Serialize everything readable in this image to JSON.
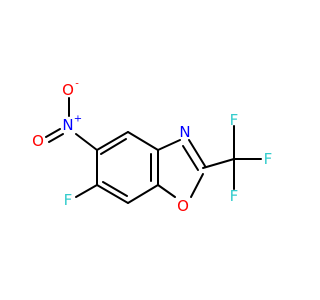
{
  "molecule": {
    "colors": {
      "bond": "#000000",
      "nitrogen": "#0000ff",
      "oxygen": "#ff0000",
      "fluorine": "#33cccc"
    },
    "atoms": {
      "nitro_n": "N",
      "nitro_n_charge": "+",
      "nitro_o_top": "O",
      "nitro_o_top_charge": "-",
      "nitro_o_left": "O",
      "fluoro": "F",
      "ring_n": "N",
      "ring_o": "O",
      "cf3_f_top": "F",
      "cf3_f_right": "F",
      "cf3_f_bottom": "F"
    }
  }
}
